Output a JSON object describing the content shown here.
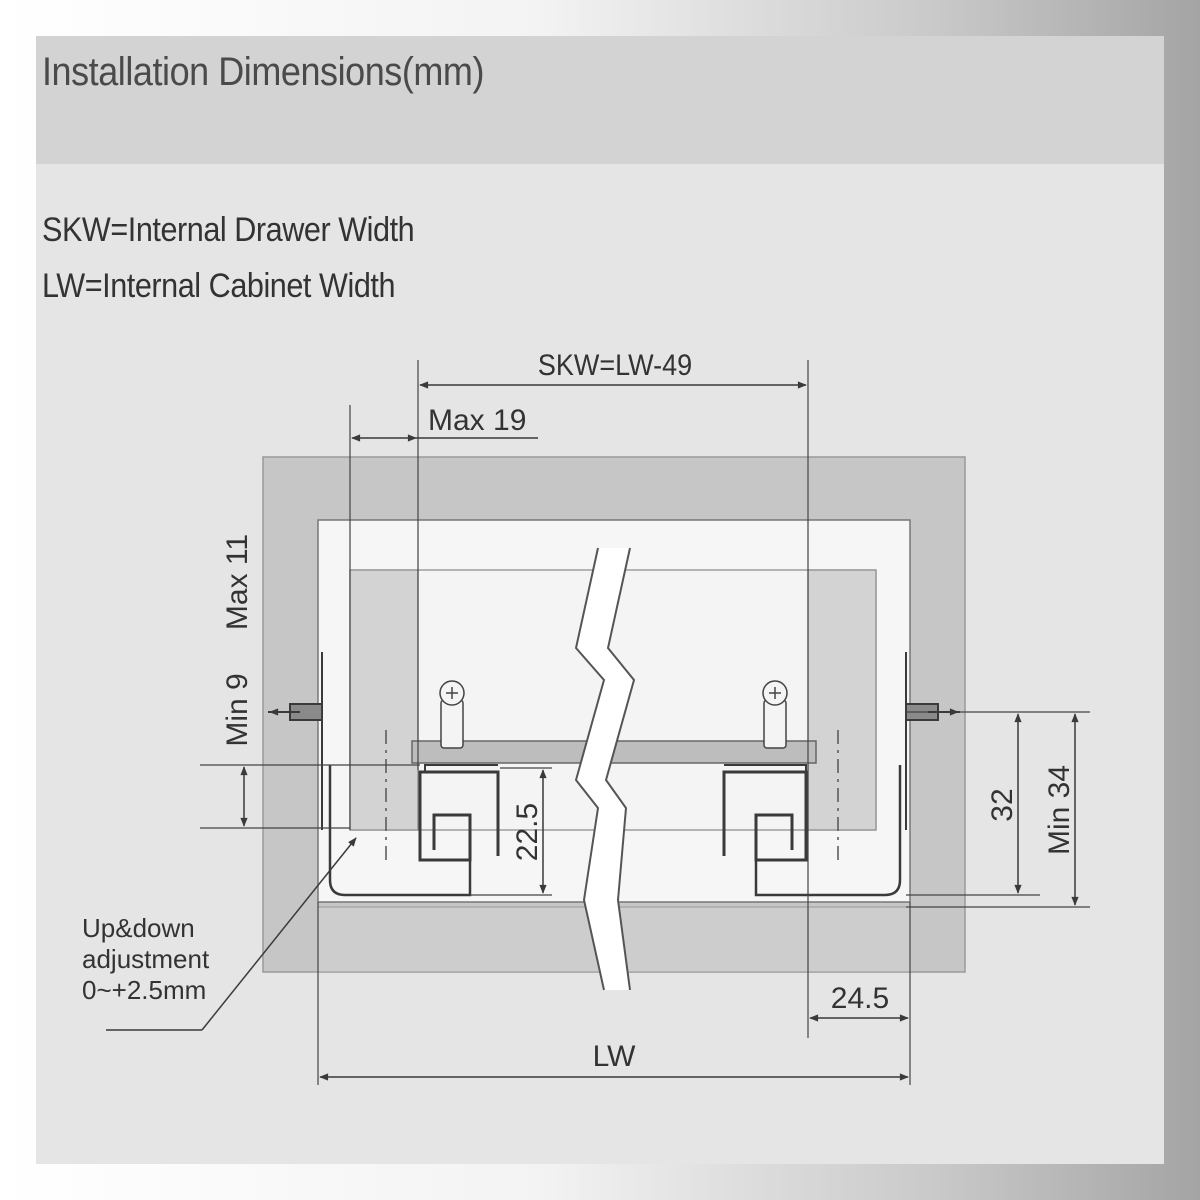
{
  "header": {
    "title": "Installation Dimensions(mm)"
  },
  "legend": {
    "skw": "SKW=Internal Drawer Width",
    "lw": "LW=Internal Cabinet Width"
  },
  "dimensions": {
    "skw_formula": "SKW=LW-49",
    "max_19": "Max 19",
    "min_9": "Min 9",
    "max_11": "Max 11",
    "d_22_5": "22.5",
    "d_32": "32",
    "min_34": "Min 34",
    "d_24_5": "24.5",
    "lw": "LW"
  },
  "note": {
    "line1": "Up&down",
    "line2": "adjustment",
    "line3": "0~+2.5mm"
  },
  "colors": {
    "cabinet_wall": "#c6c6c6",
    "drawer_side": "#d3d3d3",
    "interior": "#f6f6f6",
    "line": "#3a3a3a"
  }
}
